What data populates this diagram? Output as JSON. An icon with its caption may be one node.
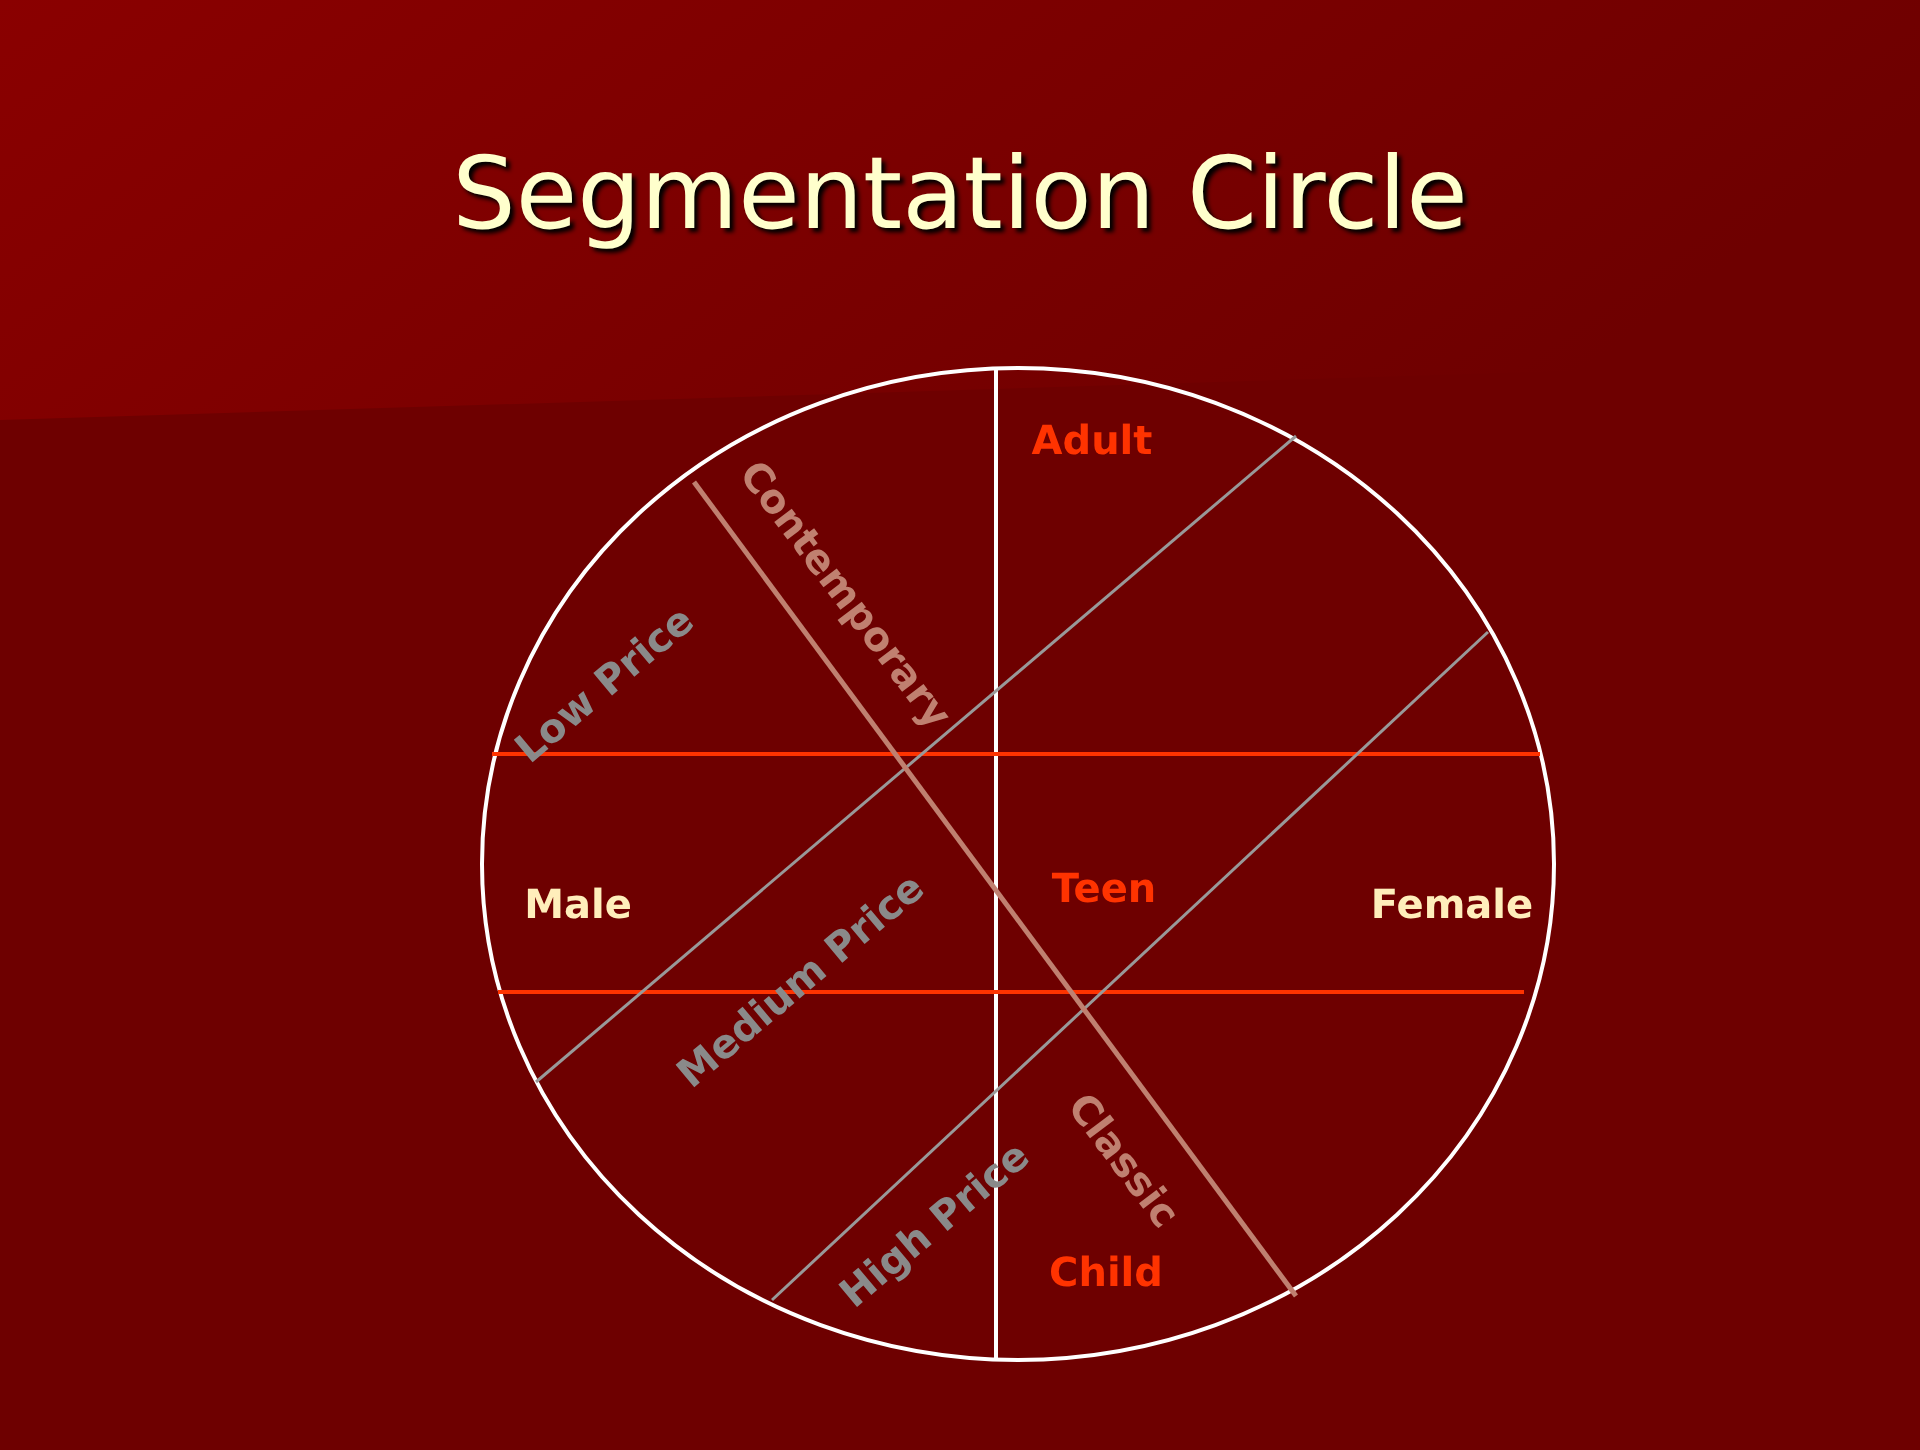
{
  "diagram": {
    "title": "Segmentation Circle",
    "labels": [
      "Adult",
      "Low Price",
      "Contemporary",
      "Male",
      "Medium Price",
      "Teen",
      "Female",
      "Classic",
      "High Price",
      "Child"
    ]
  }
}
